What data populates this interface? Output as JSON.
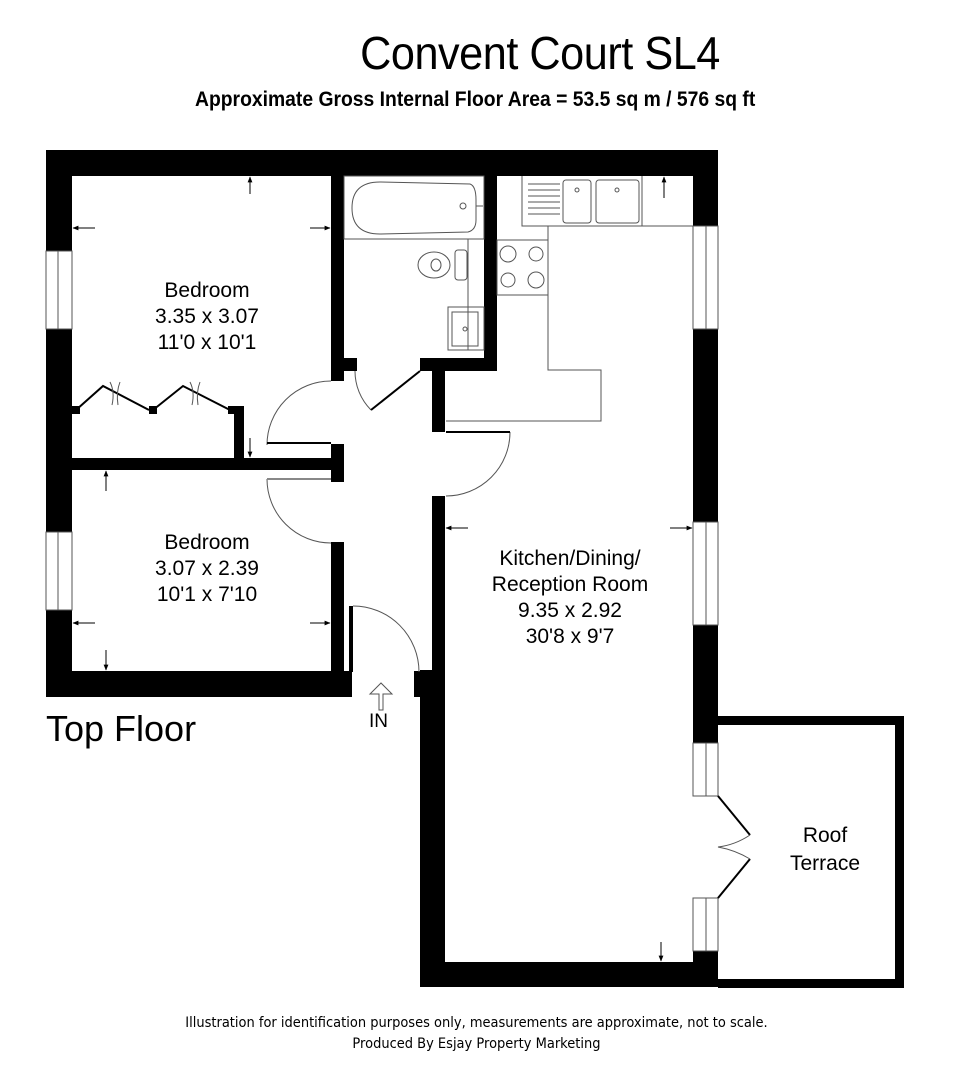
{
  "header": {
    "title": "Convent Court SL4",
    "subtitle": "Approximate Gross Internal Floor Area = 53.5 sq m / 576 sq ft"
  },
  "floor": {
    "label": "Top Floor",
    "entrance_label": "IN"
  },
  "rooms": [
    {
      "name": "Bedroom",
      "metric": "3.35 x 3.07",
      "imperial": "11'0 x 10'1"
    },
    {
      "name": "Bedroom",
      "metric": "3.07 x 2.39",
      "imperial": "10'1 x 7'10"
    },
    {
      "name_line1": "Kitchen/Dining/",
      "name_line2": "Reception Room",
      "metric": "9.35 x 2.92",
      "imperial": "30'8 x 9'7"
    },
    {
      "name_line1": "Roof",
      "name_line2": "Terrace"
    }
  ],
  "footer": {
    "disclaimer": "Illustration for identification purposes only, measurements are approximate, not to scale.",
    "credit": "Produced By Esjay Property Marketing"
  },
  "colors": {
    "wall": "#000000",
    "background": "#ffffff",
    "fixture_line": "#555555"
  }
}
